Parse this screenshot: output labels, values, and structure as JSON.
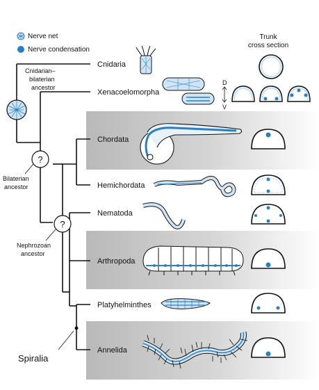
{
  "legend": {
    "nerve_net": "Nerve net",
    "nerve_condensation": "Nerve condensation"
  },
  "cross_section_header": {
    "line1": "Trunk",
    "line2": "cross section"
  },
  "axis": {
    "dorsal": "D",
    "ventral": "V"
  },
  "ancestors": {
    "cnidarian_bilaterian": {
      "line1": "Cnidarian–",
      "line2": "bilaterian",
      "line3": "ancestor"
    },
    "bilaterian": {
      "line1": "Bilaterian",
      "line2": "ancestor",
      "mark": "?"
    },
    "nephrozoan": {
      "line1": "Nephrozoan",
      "line2": "ancestor",
      "mark": "?"
    },
    "spiralia": "Spiralia"
  },
  "taxa": [
    "Cnidaria",
    "Xenacoelomorpha",
    "Chordata",
    "Hemichordata",
    "Nematoda",
    "Arthropoda",
    "Platyhelminthes",
    "Annelida"
  ],
  "colors": {
    "nerve_blue": "#2a7fc1",
    "net_fill": "#cfe4f4",
    "band_gray": "#c8c8c8",
    "line": "#111111"
  },
  "icons": [
    "nerve-net-legend-icon",
    "nerve-condensation-legend-icon",
    "dv-arrow-icon"
  ]
}
